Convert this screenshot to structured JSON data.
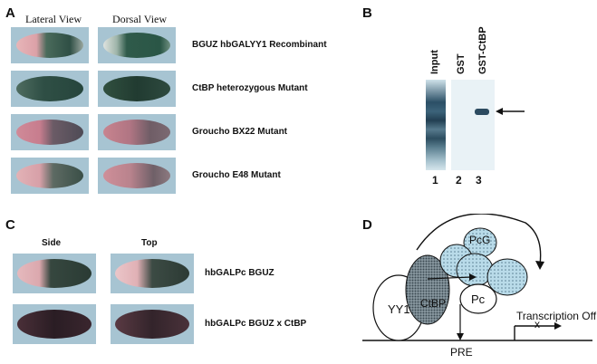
{
  "panelA": {
    "letter": "A",
    "col_lateral": "Lateral View",
    "col_dorsal": "Dorsal View",
    "rows": [
      {
        "label": "BGUZ hbGALYY1 Recombinant"
      },
      {
        "label": "CtBP heterozygous Mutant"
      },
      {
        "label": "Groucho BX22 Mutant"
      },
      {
        "label": "Groucho E48 Mutant"
      }
    ]
  },
  "panelB": {
    "letter": "B",
    "lanes": [
      "Input",
      "GST",
      "GST-CtBP"
    ],
    "lane_numbers": [
      "1",
      "2",
      "3"
    ]
  },
  "panelC": {
    "letter": "C",
    "col_side": "Side",
    "col_top": "Top",
    "rows": [
      {
        "label": "hbGALPc BGUZ"
      },
      {
        "label": "hbGALPc BGUZ x CtBP"
      }
    ]
  },
  "panelD": {
    "letter": "D",
    "pcg": "PcG",
    "ctbp": "CtBP",
    "pc": "Pc",
    "yy1": "YY1",
    "transcription": "Transcription Off",
    "pre": "PRE",
    "x_mark": "x"
  },
  "colors": {
    "embryo_bg": "#a7c4d2",
    "stain_dark": "#2f3f3a",
    "pink": "#d48c98",
    "pcg_fill": "#b9dbe9"
  }
}
